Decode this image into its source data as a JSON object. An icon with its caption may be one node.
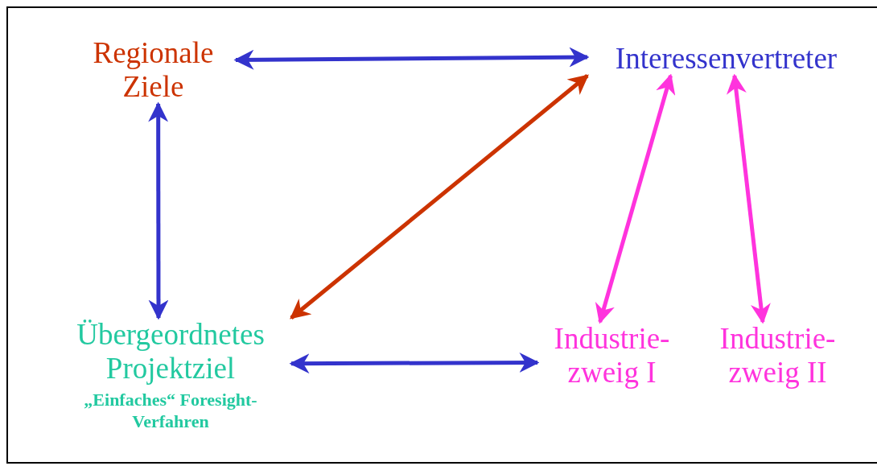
{
  "diagram": {
    "nodes": [
      {
        "text": [
          "Regionale Ziele"
        ]
      },
      {
        "text": [
          "Interessenvertreter"
        ]
      },
      {
        "text": [
          "Übergeordnetes Projektziel",
          "„Einfaches“ Foresight-Verfahren"
        ]
      },
      {
        "text": [
          "Industrie- zweig I"
        ]
      },
      {
        "text": [
          "Industrie- zweig II"
        ]
      }
    ],
    "edges": [
      {
        "from": 0,
        "to": 1,
        "arrow": "both"
      },
      {
        "from": 0,
        "to": 2,
        "arrow": "both"
      },
      {
        "from": 2,
        "to": 1,
        "arrow": "both",
        "color": "#cc3300"
      },
      {
        "from": 1,
        "to": 3,
        "arrow": "both",
        "color": "#ff33dd"
      },
      {
        "from": 1,
        "to": 4,
        "arrow": "both",
        "color": "#ff33dd"
      },
      {
        "from": 2,
        "to": 3,
        "arrow": "both"
      }
    ]
  }
}
